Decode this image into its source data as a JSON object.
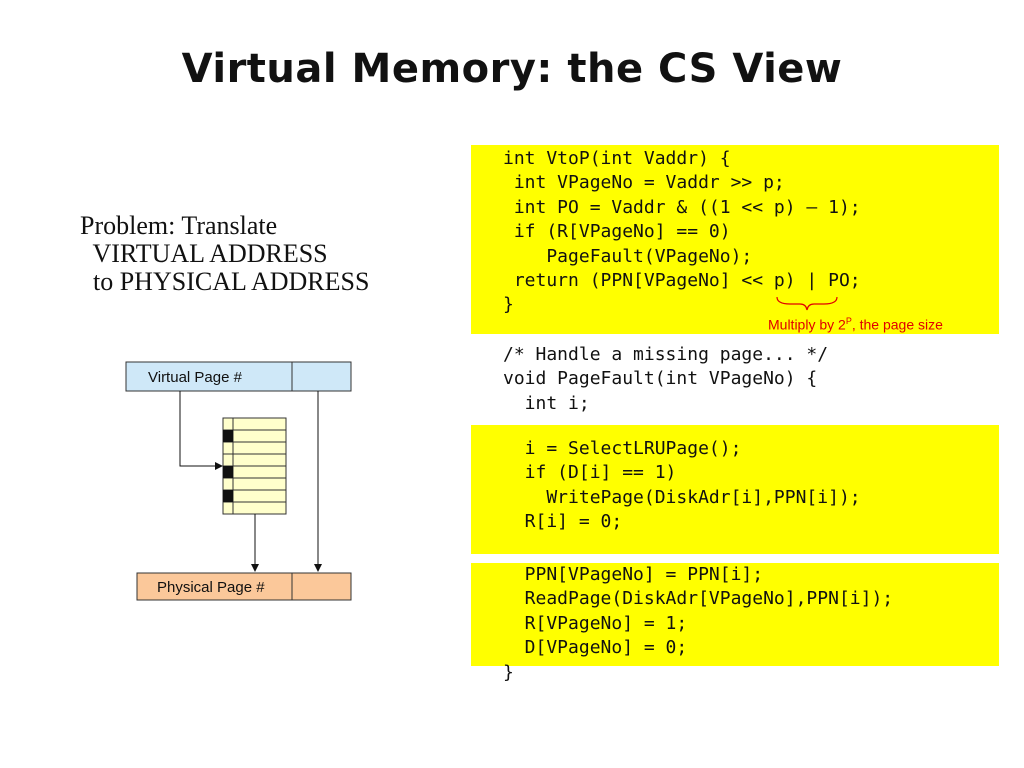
{
  "slide": {
    "title": "Virtual Memory: the CS View",
    "problem_lines": [
      "Problem: Translate",
      "  VIRTUAL ADDRESS",
      "  to PHYSICAL ADDRESS"
    ]
  },
  "diagram": {
    "virtual_label": "Virtual Page #",
    "physical_label": "Physical Page #"
  },
  "code": {
    "block1": "int VtoP(int Vaddr) {\n int VPageNo = Vaddr >> p;\n int PO = Vaddr & ((1 << p) – 1);\n if (R[VPageNo] == 0)\n    PageFault(VPageNo);\n return (PPN[VPageNo] << p) | PO;\n}",
    "block2": "/* Handle a missing page... */\nvoid PageFault(int VPageNo) {\n  int i;",
    "block3": "  i = SelectLRUPage();\n  if (D[i] == 1)\n    WritePage(DiskAdr[i],PPN[i]);\n  R[i] = 0;",
    "block4": "  PPN[VPageNo] = PPN[i];\n  ReadPage(DiskAdr[VPageNo],PPN[i]);\n  R[VPageNo] = 1;\n  D[VPageNo] = 0;\n}"
  },
  "annotation": {
    "prefix": "Multiply by 2",
    "sup": "P",
    "suffix": ", the page size"
  },
  "colors": {
    "highlight": "#ffff00",
    "annotation": "#e00000",
    "virtual_box": "#cfe8f8",
    "physical_box": "#fbc89a",
    "page_table": "#ffffcc"
  }
}
